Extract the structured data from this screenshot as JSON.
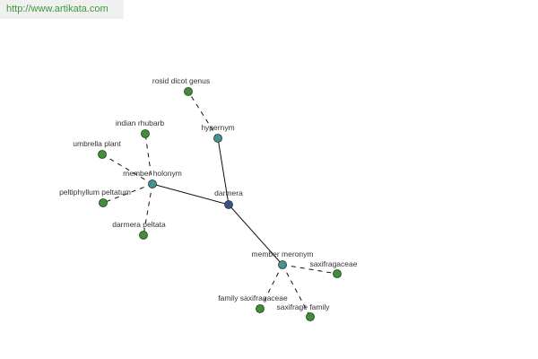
{
  "header": {
    "url": "http://www.artikata.com"
  },
  "graph": {
    "colors": {
      "center": "#3d4f8f",
      "relation": "#4a8f93",
      "leaf": "#3f8f3a",
      "edge": "#111111"
    },
    "nodes": [
      {
        "id": "darmera",
        "label": "darmera",
        "kind": "center"
      },
      {
        "id": "hypernym",
        "label": "hypernym",
        "kind": "relation"
      },
      {
        "id": "member-holonym",
        "label": "member holonym",
        "kind": "relation"
      },
      {
        "id": "member-meronym",
        "label": "member meronym",
        "kind": "relation"
      },
      {
        "id": "rosid-dicot-genus",
        "label": "rosid dicot genus",
        "kind": "leaf"
      },
      {
        "id": "indian-rhubarb",
        "label": "indian rhubarb",
        "kind": "leaf"
      },
      {
        "id": "umbrella-plant",
        "label": "umbrella plant",
        "kind": "leaf"
      },
      {
        "id": "peltiphyllum-peltatum",
        "label": "peltiphyllum peltatum",
        "kind": "leaf"
      },
      {
        "id": "darmera-peltata",
        "label": "darmera peltata",
        "kind": "leaf"
      },
      {
        "id": "saxifragaceae",
        "label": "saxifragaceae",
        "kind": "leaf"
      },
      {
        "id": "family-saxifragaceae",
        "label": "family saxifragaceae",
        "kind": "leaf"
      },
      {
        "id": "saxifrage-family",
        "label": "saxifrage family",
        "kind": "leaf"
      }
    ],
    "edges": [
      {
        "from": "darmera",
        "to": "hypernym",
        "style": "solid"
      },
      {
        "from": "darmera",
        "to": "member-holonym",
        "style": "solid"
      },
      {
        "from": "darmera",
        "to": "member-meronym",
        "style": "solid"
      },
      {
        "from": "hypernym",
        "to": "rosid-dicot-genus",
        "style": "dashed"
      },
      {
        "from": "member-holonym",
        "to": "indian-rhubarb",
        "style": "dashed"
      },
      {
        "from": "member-holonym",
        "to": "umbrella-plant",
        "style": "dashed"
      },
      {
        "from": "member-holonym",
        "to": "peltiphyllum-peltatum",
        "style": "dashed"
      },
      {
        "from": "member-holonym",
        "to": "darmera-peltata",
        "style": "dashed"
      },
      {
        "from": "member-meronym",
        "to": "saxifragaceae",
        "style": "dashed"
      },
      {
        "from": "member-meronym",
        "to": "family-saxifragaceae",
        "style": "dashed"
      },
      {
        "from": "member-meronym",
        "to": "saxifrage-family",
        "style": "dashed"
      }
    ]
  }
}
